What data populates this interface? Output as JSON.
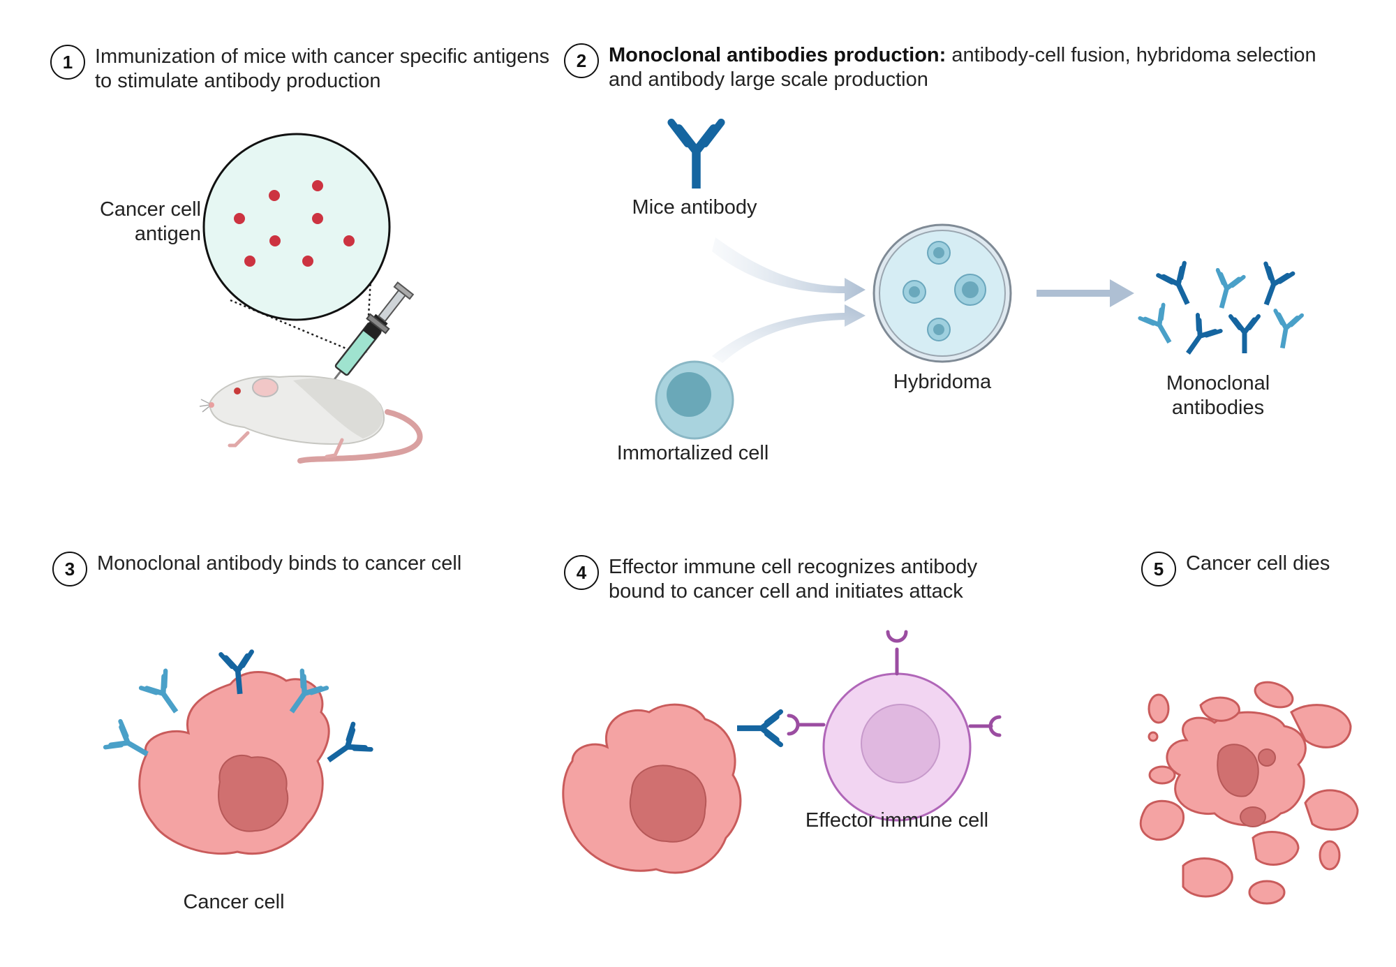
{
  "steps": [
    {
      "number": "1",
      "text": "Immunization of mice with cancer specific antigens to stimulate antibody production"
    },
    {
      "number": "2",
      "bold": "Monoclonal antibodies production:",
      "text": " antibody-cell fusion, hybridoma selection and antibody large scale production"
    },
    {
      "number": "3",
      "text": "Monoclonal antibody binds to cancer cell"
    },
    {
      "number": "4",
      "text": "Effector immune cell recognizes antibody bound to cancer cell and initiates attack"
    },
    {
      "number": "5",
      "text": "Cancer cell dies"
    }
  ],
  "labels": {
    "cancer_cell_antigen_1": "Cancer cell",
    "cancer_cell_antigen_2": "antigen",
    "mice_antibody": "Mice antibody",
    "immortalized_cell": "Immortalized cell",
    "hybridoma": "Hybridoma",
    "monoclonal_antibodies_1": "Monoclonal",
    "monoclonal_antibodies_2": "antibodies",
    "cancer_cell": "Cancer cell",
    "effector_immune_cell": "Effector immune cell"
  },
  "colors": {
    "antibody_dark": "#1565a0",
    "antibody_light": "#4aa0c8",
    "antigen_red": "#cc3340",
    "cancer_fill": "#f4a3a3",
    "cancer_stroke": "#c95b5b",
    "nucleus_fill": "#d07070",
    "effector_fill": "#f2d5f2",
    "effector_stroke": "#b066b8",
    "receptor_purple": "#9b4da1",
    "arrow_gray": "#b9c7d8",
    "circle_fill": "#e6f7f3",
    "immortal_fill": "#a9d3de",
    "immortal_nucleus": "#6aa8b8"
  },
  "icons": [
    "syringe-icon",
    "mouse-icon",
    "antibody-icon",
    "petri-dish-icon",
    "cancer-cell-icon",
    "effector-cell-icon"
  ]
}
